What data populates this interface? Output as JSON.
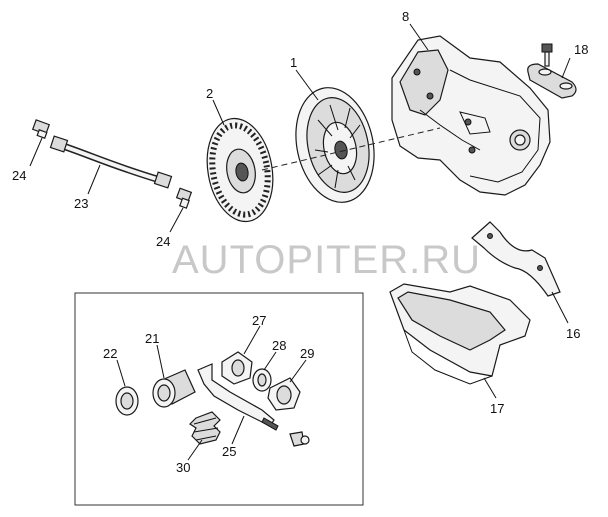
{
  "watermark": "AUTOPITER.RU",
  "callouts": {
    "c1": "1",
    "c2": "2",
    "c8": "8",
    "c18": "18",
    "c24a": "24",
    "c23": "23",
    "c24b": "24",
    "c16": "16",
    "c17": "17",
    "c22": "22",
    "c21": "21",
    "c27": "27",
    "c28": "28",
    "c29": "29",
    "c30": "30",
    "c25": "25"
  }
}
